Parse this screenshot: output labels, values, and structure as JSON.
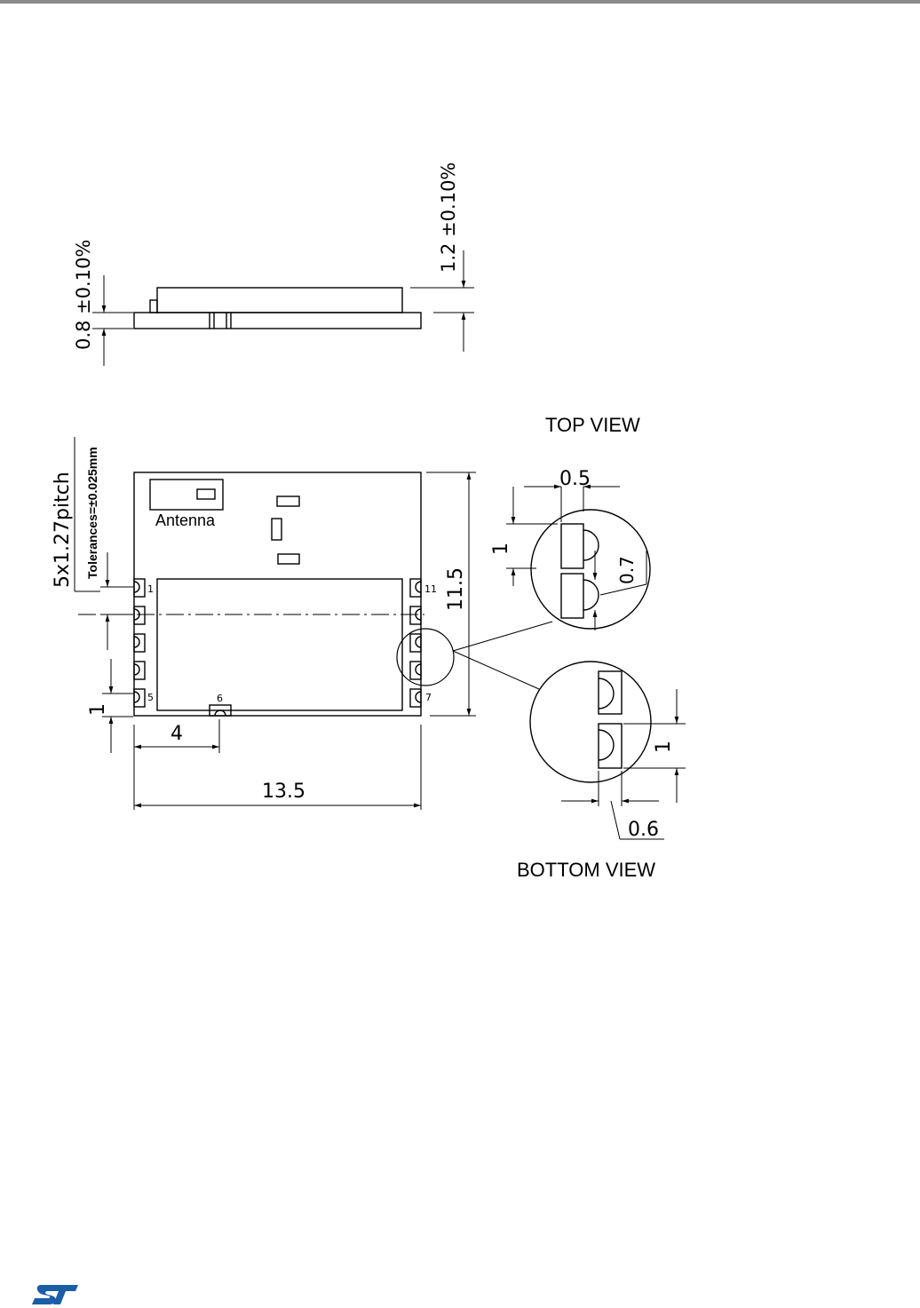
{
  "side_view": {
    "height_thin": "0.8 ±0.10%",
    "height_total": "1.2 ±0.10%"
  },
  "top_view": {
    "title": "TOP VIEW",
    "antenna_label": "Antenna",
    "pitch_label": "5x1.27pitch",
    "tolerance_label": "Tolerances=±0.025mm",
    "pin_dim": "1",
    "offset_dim": "4",
    "width_dim": "13.5",
    "height_dim": "11.5",
    "pins": [
      "1",
      "5",
      "6",
      "7",
      "11"
    ],
    "detail_pad_width": "0.5",
    "detail_pad_pitch": "1",
    "detail_pad_depth": "0.7"
  },
  "bottom_view": {
    "title": "BOTTOM VIEW",
    "pad_pitch": "1",
    "pad_width": "0.6"
  },
  "footer": {
    "logo": "st-logo"
  }
}
